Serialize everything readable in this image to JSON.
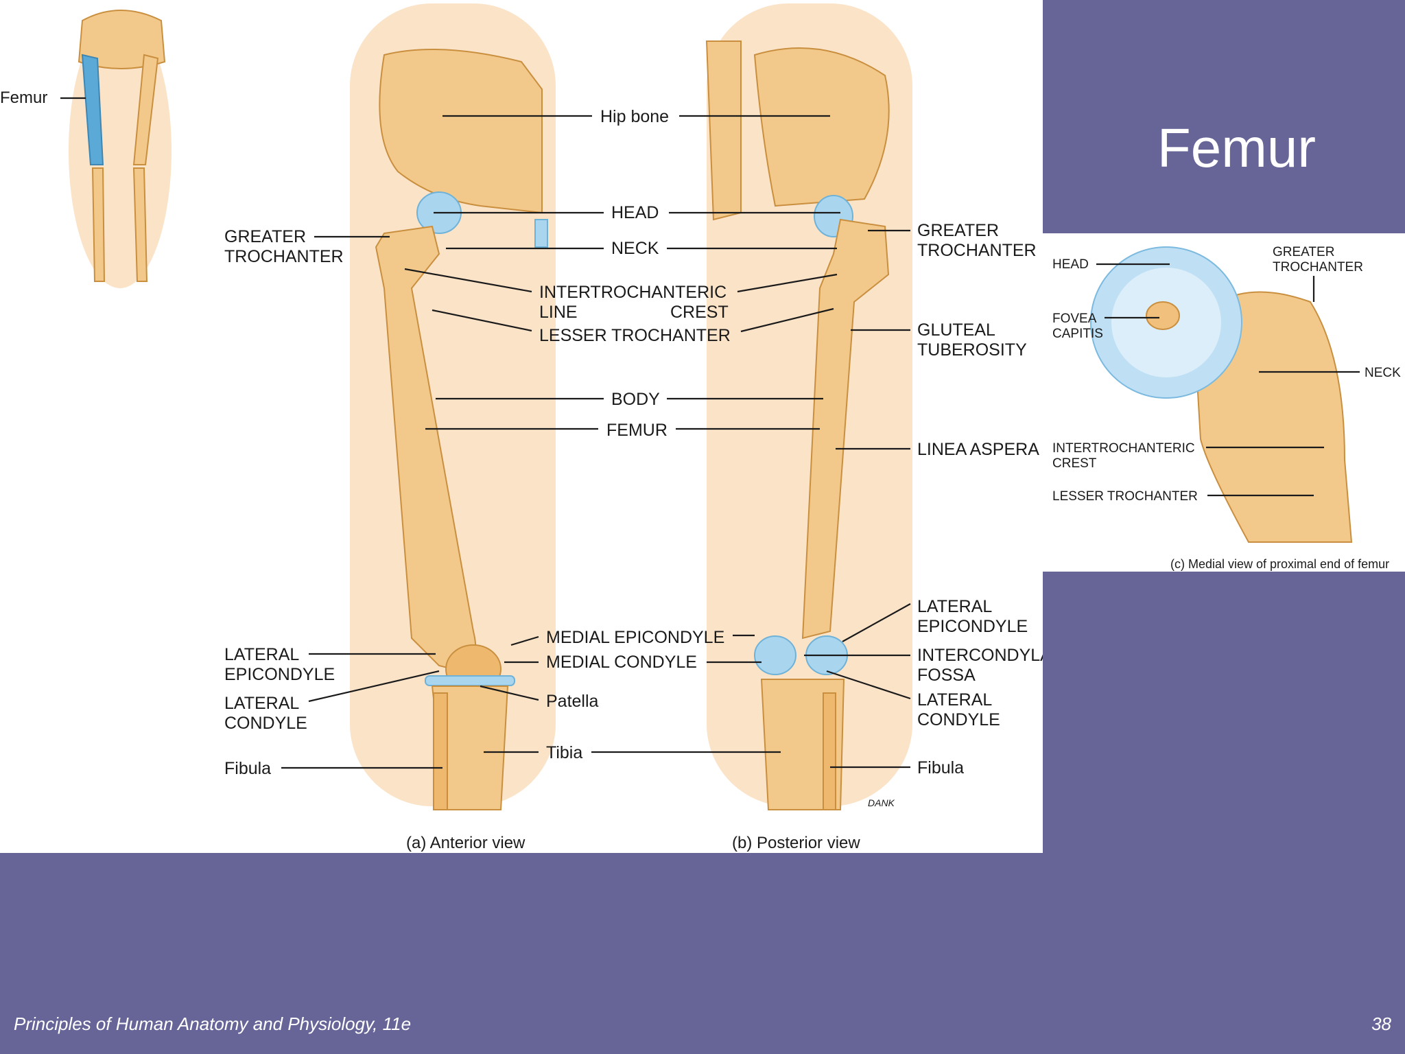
{
  "slide": {
    "title": "Femur",
    "footer_source": "Principles of Human Anatomy and Physiology, 11e",
    "page_number": "38"
  },
  "thumbnail": {
    "label": "Femur"
  },
  "anterior": {
    "caption": "(a) Anterior view",
    "labels": {
      "hip_bone": "Hip bone",
      "head": "HEAD",
      "neck": "NECK",
      "greater_trochanter_1": "GREATER",
      "greater_trochanter_2": "TROCHANTER",
      "intertrochanteric": "INTERTROCHANTERIC",
      "line": "LINE",
      "crest": "CREST",
      "lesser_trochanter": "LESSER TROCHANTER",
      "body": "BODY",
      "femur": "FEMUR",
      "medial_epicondyle": "MEDIAL EPICONDYLE",
      "medial_condyle": "MEDIAL CONDYLE",
      "lateral_epicondyle_1": "LATERAL",
      "lateral_epicondyle_2": "EPICONDYLE",
      "lateral_condyle_1": "LATERAL",
      "lateral_condyle_2": "CONDYLE",
      "patella": "Patella",
      "tibia": "Tibia",
      "fibula": "Fibula"
    }
  },
  "posterior": {
    "caption": "(b) Posterior view",
    "artist_signature": "DANK",
    "labels": {
      "greater_trochanter_1": "GREATER",
      "greater_trochanter_2": "TROCHANTER",
      "gluteal_tuberosity_1": "GLUTEAL",
      "gluteal_tuberosity_2": "TUBEROSITY",
      "linea_aspera": "LINEA ASPERA",
      "lateral_epicondyle_1": "LATERAL",
      "lateral_epicondyle_2": "EPICONDYLE",
      "intercondylar_fossa_1": "INTERCONDYLA",
      "intercondylar_fossa_2": "FOSSA",
      "lateral_condyle_1": "LATERAL",
      "lateral_condyle_2": "CONDYLE",
      "fibula": "Fibula"
    }
  },
  "medial": {
    "caption": "(c) Medial view of proximal end of femur",
    "labels": {
      "head": "HEAD",
      "greater_trochanter_1": "GREATER",
      "greater_trochanter_2": "TROCHANTER",
      "fovea_capitis_1": "FOVEA",
      "fovea_capitis_2": "CAPITIS",
      "neck": "NECK",
      "intertrochanteric_crest_1": "INTERTROCHANTERIC",
      "intertrochanteric_crest_2": "CREST",
      "lesser_trochanter": "LESSER TROCHANTER"
    }
  },
  "colors": {
    "background": "#676598",
    "bone": "#f2c98a",
    "cartilage": "#a9d5ee",
    "highlight": "#5aa9d6"
  }
}
